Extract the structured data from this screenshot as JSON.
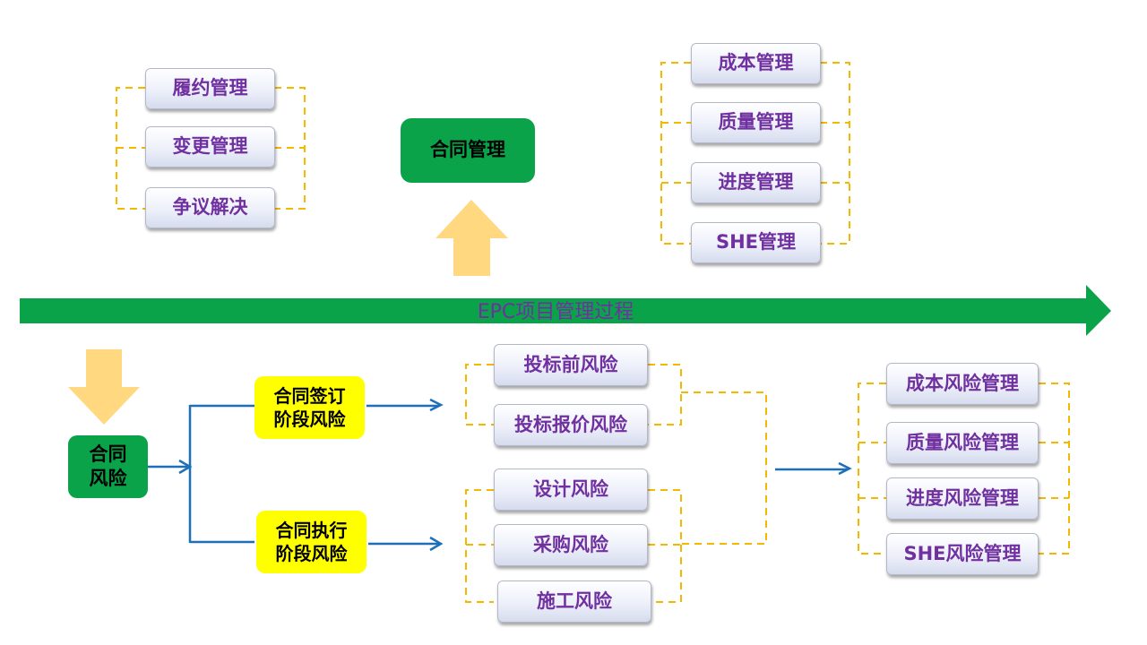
{
  "colors": {
    "green": "#0aa34a",
    "yellow": "#ffff00",
    "purple_text": "#7030a0",
    "orange_dash": "#f5b800",
    "blue_arrow": "#1f6fb8",
    "light_arrow": "#ffd87f"
  },
  "process_label": "EPC项目管理过程",
  "contract_management": {
    "title": "合同管理",
    "left_items": [
      "履约管理",
      "变更管理",
      "争议解决"
    ],
    "right_items": [
      "成本管理",
      "质量管理",
      "进度管理",
      "SHE管理"
    ]
  },
  "contract_risk": {
    "title": "合同\n风险",
    "signing_stage": {
      "title": "合同签订\n阶段风险",
      "items": [
        "投标前风险",
        "投标报价风险"
      ]
    },
    "execution_stage": {
      "title": "合同执行\n阶段风险",
      "items": [
        "设计风险",
        "采购风险",
        "施工风险"
      ]
    },
    "risk_management": [
      "成本风险管理",
      "质量风险管理",
      "进度风险管理",
      "SHE风险管理"
    ]
  }
}
